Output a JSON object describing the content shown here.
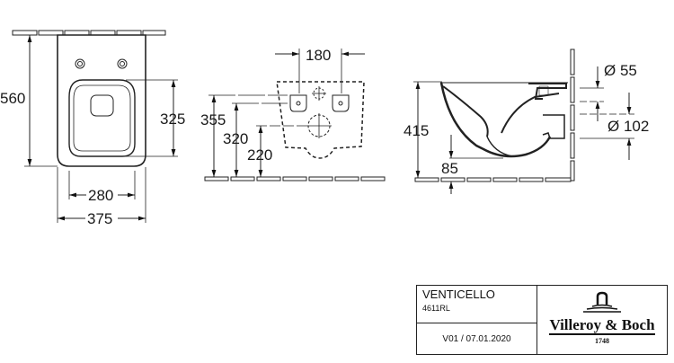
{
  "drawing": {
    "top_view": {
      "height_label": "560",
      "seat_label": "325",
      "inner_width_label": "280",
      "outer_width_label": "375"
    },
    "rear_view": {
      "spacing_label": "180",
      "dims": [
        "355",
        "320",
        "220"
      ]
    },
    "side_view": {
      "height_label": "415",
      "bottom_label": "85",
      "pipe_small_label": "Ø 55",
      "pipe_large_label": "Ø 102"
    }
  },
  "title_block": {
    "product_name": "VENTICELLO",
    "product_code": "4611RL",
    "version": "V01 / 07.01.2020",
    "brand": "Villeroy & Boch",
    "brand_year": "1748"
  }
}
